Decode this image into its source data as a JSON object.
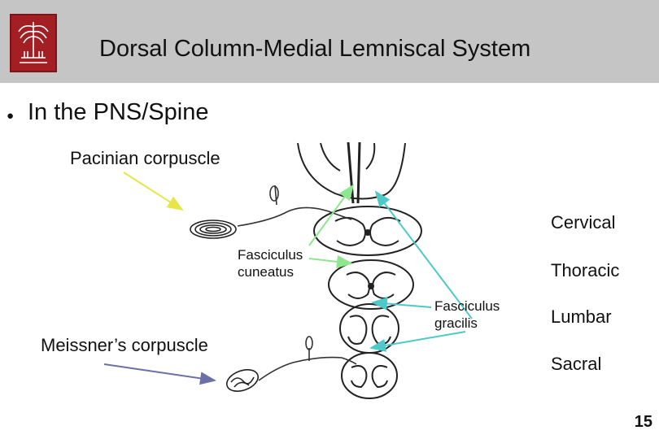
{
  "slide": {
    "title": "Dorsal Column-Medial Lemniscal System",
    "bullet": "In the PNS/Spine",
    "page_number": "15"
  },
  "labels": {
    "pacinian": "Pacinian corpuscle",
    "meissner": "Meissner’s corpuscle",
    "cuneatus_line1": "Fasciculus",
    "cuneatus_line2": "cuneatus",
    "gracilis_line1": "Fasciculus",
    "gracilis_line2": "gracilis",
    "cervical": "Cervical",
    "thoracic": "Thoracic",
    "lumbar": "Lumbar",
    "sacral": "Sacral"
  },
  "colors": {
    "header_bg": "#c5c5c5",
    "logo_bg": "#a31f24",
    "arrow_yellow": "#e6e64a",
    "arrow_green": "#8ee68e",
    "arrow_teal": "#4dc9c9",
    "arrow_blue_gray": "#6b70a6"
  },
  "icons": {
    "logo": "university-seal-icon"
  }
}
